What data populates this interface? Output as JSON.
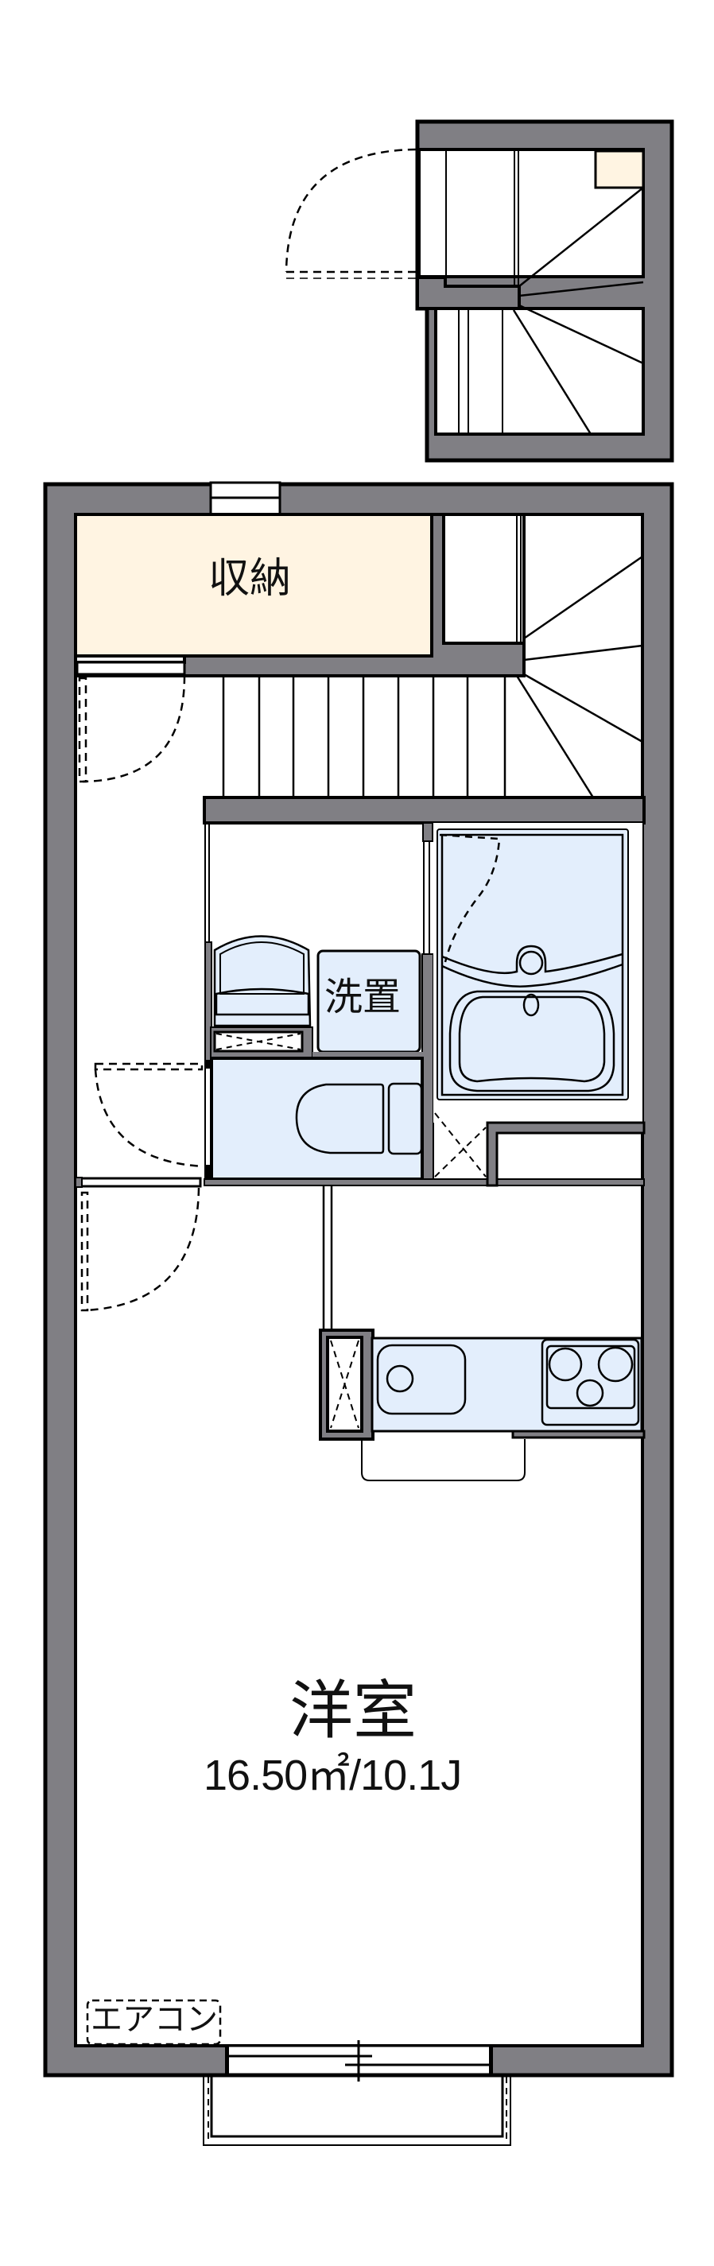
{
  "floorplan": {
    "title": "",
    "colors": {
      "wall": "#807f84",
      "outline": "#000000",
      "storage_fill": "#fff4e2",
      "wet_fill": "#e3eefc",
      "floor": "#ffffff"
    },
    "rooms": {
      "storage": {
        "label": "収納"
      },
      "washer_space": {
        "label": "洗置"
      },
      "western_room": {
        "label": "洋室",
        "area": "16.50㎡/10.1J"
      },
      "air_conditioner": {
        "label": "エアコン"
      }
    },
    "fixtures": [
      "stairs",
      "bathtub-unit",
      "toilet",
      "vanity",
      "kitchen-sink",
      "stove-3-burner",
      "refrigerator-space",
      "balcony",
      "sliding-window"
    ]
  }
}
